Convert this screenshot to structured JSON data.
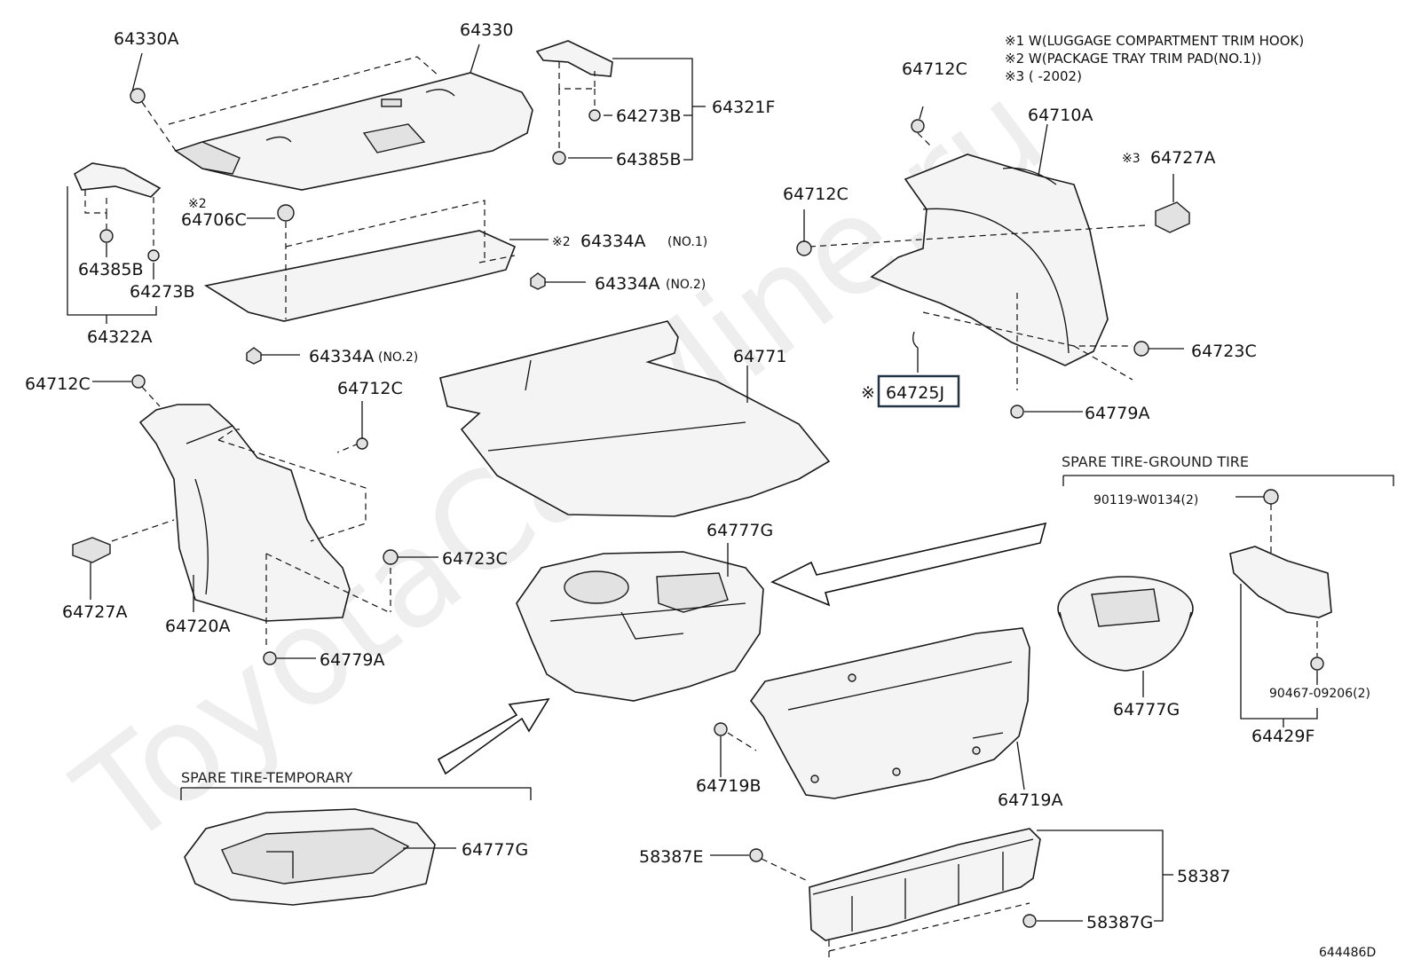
{
  "notes": [
    "※1 W(LUGGAGE COMPARTMENT TRIM HOOK)",
    "※2 W(PACKAGE TRAY TRIM PAD(NO.1))",
    "※3 (      -2002)"
  ],
  "watermark": "ToyotaCarMine.ru",
  "sections": {
    "ground": "SPARE TIRE-GROUND TIRE",
    "temporary": "SPARE TIRE-TEMPORARY"
  },
  "ref_code": "644486D",
  "marks": {
    "m1": "※",
    "m2": "※2",
    "m3": "※3"
  },
  "labels": {
    "p64330A": "64330A",
    "p64330": "64330",
    "p64273B_top": "64273B",
    "p64321F": "64321F",
    "p64385B_top": "64385B",
    "p64706C": "64706C",
    "p64385B": "64385B",
    "p64273B": "64273B",
    "p64322A": "64322A",
    "p64334A_no1": "64334A",
    "p64334A_no1_suffix": "(NO.1)",
    "p64334A_no2a": "64334A",
    "p64334A_no2a_suffix": "(NO.2)",
    "p64334A_no2b": "64334A",
    "p64334A_no2b_suffix": "(NO.2)",
    "p64712C_top": "64712C",
    "p64710A": "64710A",
    "p64727A_top": "64727A",
    "p64712C_mid": "64712C",
    "p64723C_right": "64723C",
    "p64725J": "64725J",
    "p64779A_right": "64779A",
    "p64712C_left": "64712C",
    "p64712C_left2": "64712C",
    "p64771": "64771",
    "p64727A": "64727A",
    "p64720A": "64720A",
    "p64723C_left": "64723C",
    "p64779A_left": "64779A",
    "p64777G_center": "64777G",
    "p90119": "90119-W0134(2)",
    "p64777G_right": "64777G",
    "p90467": "90467-09206(2)",
    "p64429F": "64429F",
    "p64719B": "64719B",
    "p64719A": "64719A",
    "p64777G_bottom": "64777G",
    "p58387E": "58387E",
    "p58387": "58387",
    "p58387G": "58387G"
  }
}
